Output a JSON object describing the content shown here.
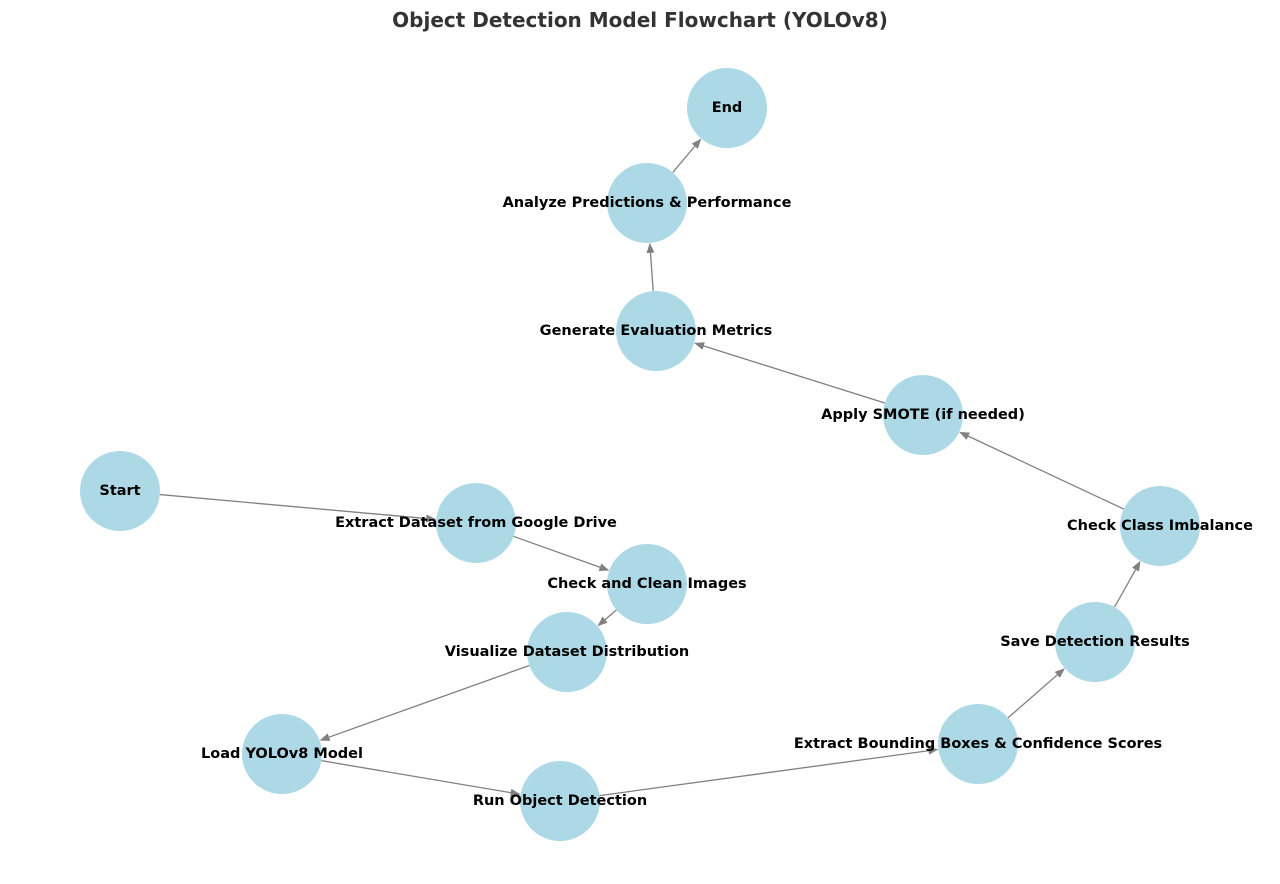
{
  "title": "Object Detection Model Flowchart (YOLOv8)",
  "colors": {
    "node_fill": "#add8e6",
    "edge": "#808080",
    "label": "#000000",
    "title": "#333333"
  },
  "nodes": [
    {
      "id": "start",
      "label": "Start"
    },
    {
      "id": "extract",
      "label": "Extract Dataset from Google Drive"
    },
    {
      "id": "clean",
      "label": "Check and Clean Images"
    },
    {
      "id": "visualize",
      "label": "Visualize Dataset Distribution"
    },
    {
      "id": "load",
      "label": "Load YOLOv8 Model"
    },
    {
      "id": "detect",
      "label": "Run Object Detection"
    },
    {
      "id": "boxes",
      "label": "Extract Bounding Boxes & Confidence Scores"
    },
    {
      "id": "save",
      "label": "Save Detection Results"
    },
    {
      "id": "imbalance",
      "label": "Check Class Imbalance"
    },
    {
      "id": "smote",
      "label": "Apply SMOTE (if needed)"
    },
    {
      "id": "metrics",
      "label": "Generate Evaluation Metrics"
    },
    {
      "id": "analyze",
      "label": "Analyze Predictions & Performance"
    },
    {
      "id": "end",
      "label": "End"
    }
  ],
  "edges": [
    {
      "from": "start",
      "to": "extract"
    },
    {
      "from": "extract",
      "to": "clean"
    },
    {
      "from": "clean",
      "to": "visualize"
    },
    {
      "from": "visualize",
      "to": "load"
    },
    {
      "from": "load",
      "to": "detect"
    },
    {
      "from": "detect",
      "to": "boxes"
    },
    {
      "from": "boxes",
      "to": "save"
    },
    {
      "from": "save",
      "to": "imbalance"
    },
    {
      "from": "imbalance",
      "to": "smote"
    },
    {
      "from": "smote",
      "to": "metrics"
    },
    {
      "from": "metrics",
      "to": "analyze"
    },
    {
      "from": "analyze",
      "to": "end"
    }
  ]
}
